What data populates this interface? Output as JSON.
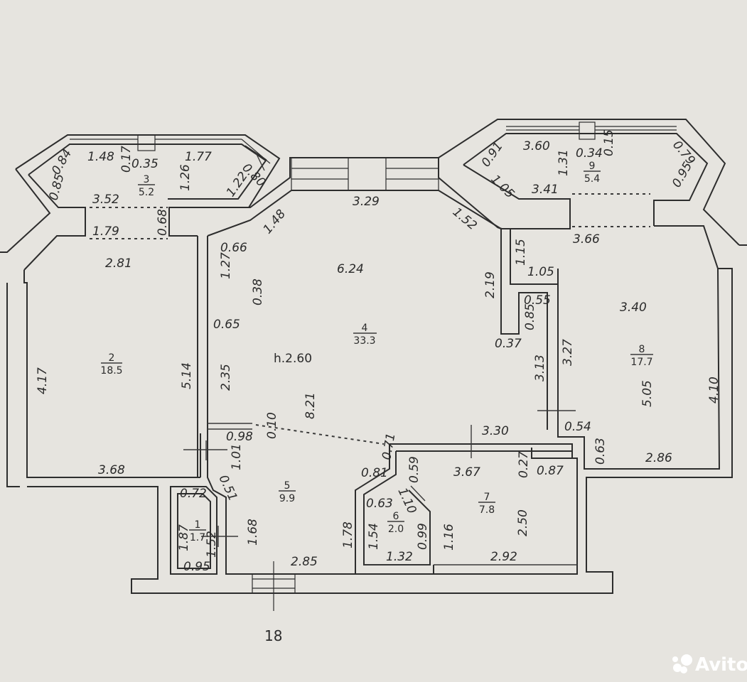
{
  "height_label": "h.2.60",
  "axis_label": "18",
  "watermark": "Avito",
  "rooms": [
    {
      "number": "1",
      "area": "1.7"
    },
    {
      "number": "2",
      "area": "18.5"
    },
    {
      "number": "3",
      "area": "5.2"
    },
    {
      "number": "4",
      "area": "33.3"
    },
    {
      "number": "5",
      "area": "9.9"
    },
    {
      "number": "6",
      "area": "2.0"
    },
    {
      "number": "7",
      "area": "7.8"
    },
    {
      "number": "8",
      "area": "17.7"
    },
    {
      "number": "9",
      "area": "5.4"
    }
  ],
  "dimensions": [
    "0.84",
    "1.48",
    "0.17",
    "0.35",
    "1.77",
    "0.80",
    "0.85",
    "1.26",
    "1.22",
    "3.52",
    "0.68",
    "1.79",
    "2.81",
    "4.17",
    "5.14",
    "3.68",
    "1.48",
    "3.29",
    "1.52",
    "0.66",
    "1.27",
    "6.24",
    "0.38",
    "0.65",
    "2.35",
    "0.10",
    "8.21",
    "0.98",
    "1.01",
    "0.51",
    "0.71",
    "0.81",
    "0.91",
    "3.60",
    "0.34",
    "0.15",
    "0.79",
    "1.31",
    "1.05",
    "3.41",
    "0.95",
    "3.66",
    "1.15",
    "1.05",
    "2.19",
    "0.55",
    "0.85",
    "0.37",
    "3.40",
    "3.13",
    "3.27",
    "5.05",
    "4.10",
    "3.30",
    "0.54",
    "0.63",
    "2.86",
    "0.59",
    "3.67",
    "0.27",
    "0.87",
    "0.63",
    "1.10",
    "1.54",
    "0.99",
    "1.32",
    "1.16",
    "2.50",
    "2.92",
    "1.78",
    "2.85",
    "1.68",
    "0.72",
    "1.87",
    "1.52",
    "0.95"
  ]
}
